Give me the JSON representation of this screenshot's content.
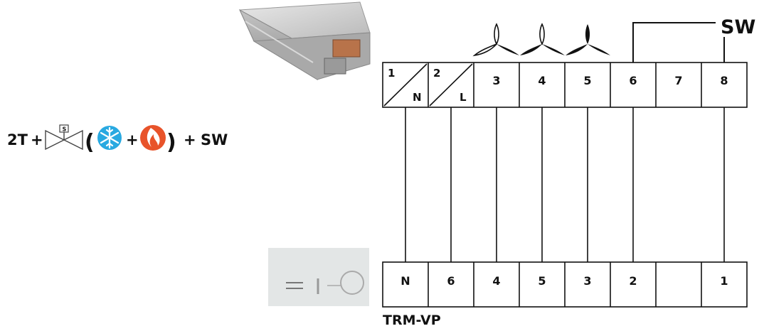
{
  "formula": {
    "prefix": "2T",
    "plus1": "+",
    "paren_open": "(",
    "plus2": "+",
    "paren_close": ")",
    "plus3": "+",
    "suffix": "SW",
    "valve_letter": "S",
    "icons": [
      "valve-icon",
      "snowflake-icon",
      "flame-icon"
    ],
    "colors": {
      "snowflake": "#29a9e1",
      "flame": "#e8532a"
    }
  },
  "top_strip": {
    "sw_label": "SW",
    "terminals": [
      {
        "top": "1",
        "bottom": "N",
        "diag": true
      },
      {
        "top": "2",
        "bottom": "L",
        "diag": true
      },
      {
        "top": "3"
      },
      {
        "top": "4"
      },
      {
        "top": "5"
      },
      {
        "top": "6"
      },
      {
        "top": "7"
      },
      {
        "top": "8"
      }
    ],
    "fan_icons": [
      "fan-low-icon",
      "fan-medium-icon",
      "fan-high-icon"
    ]
  },
  "bottom_strip": {
    "device_label": "TRM-VP",
    "terminals": [
      "N",
      "6",
      "4",
      "5",
      "3",
      "2",
      "",
      "1"
    ]
  },
  "images": [
    "fan-coil-unit-photo",
    "thermostat-photo"
  ]
}
